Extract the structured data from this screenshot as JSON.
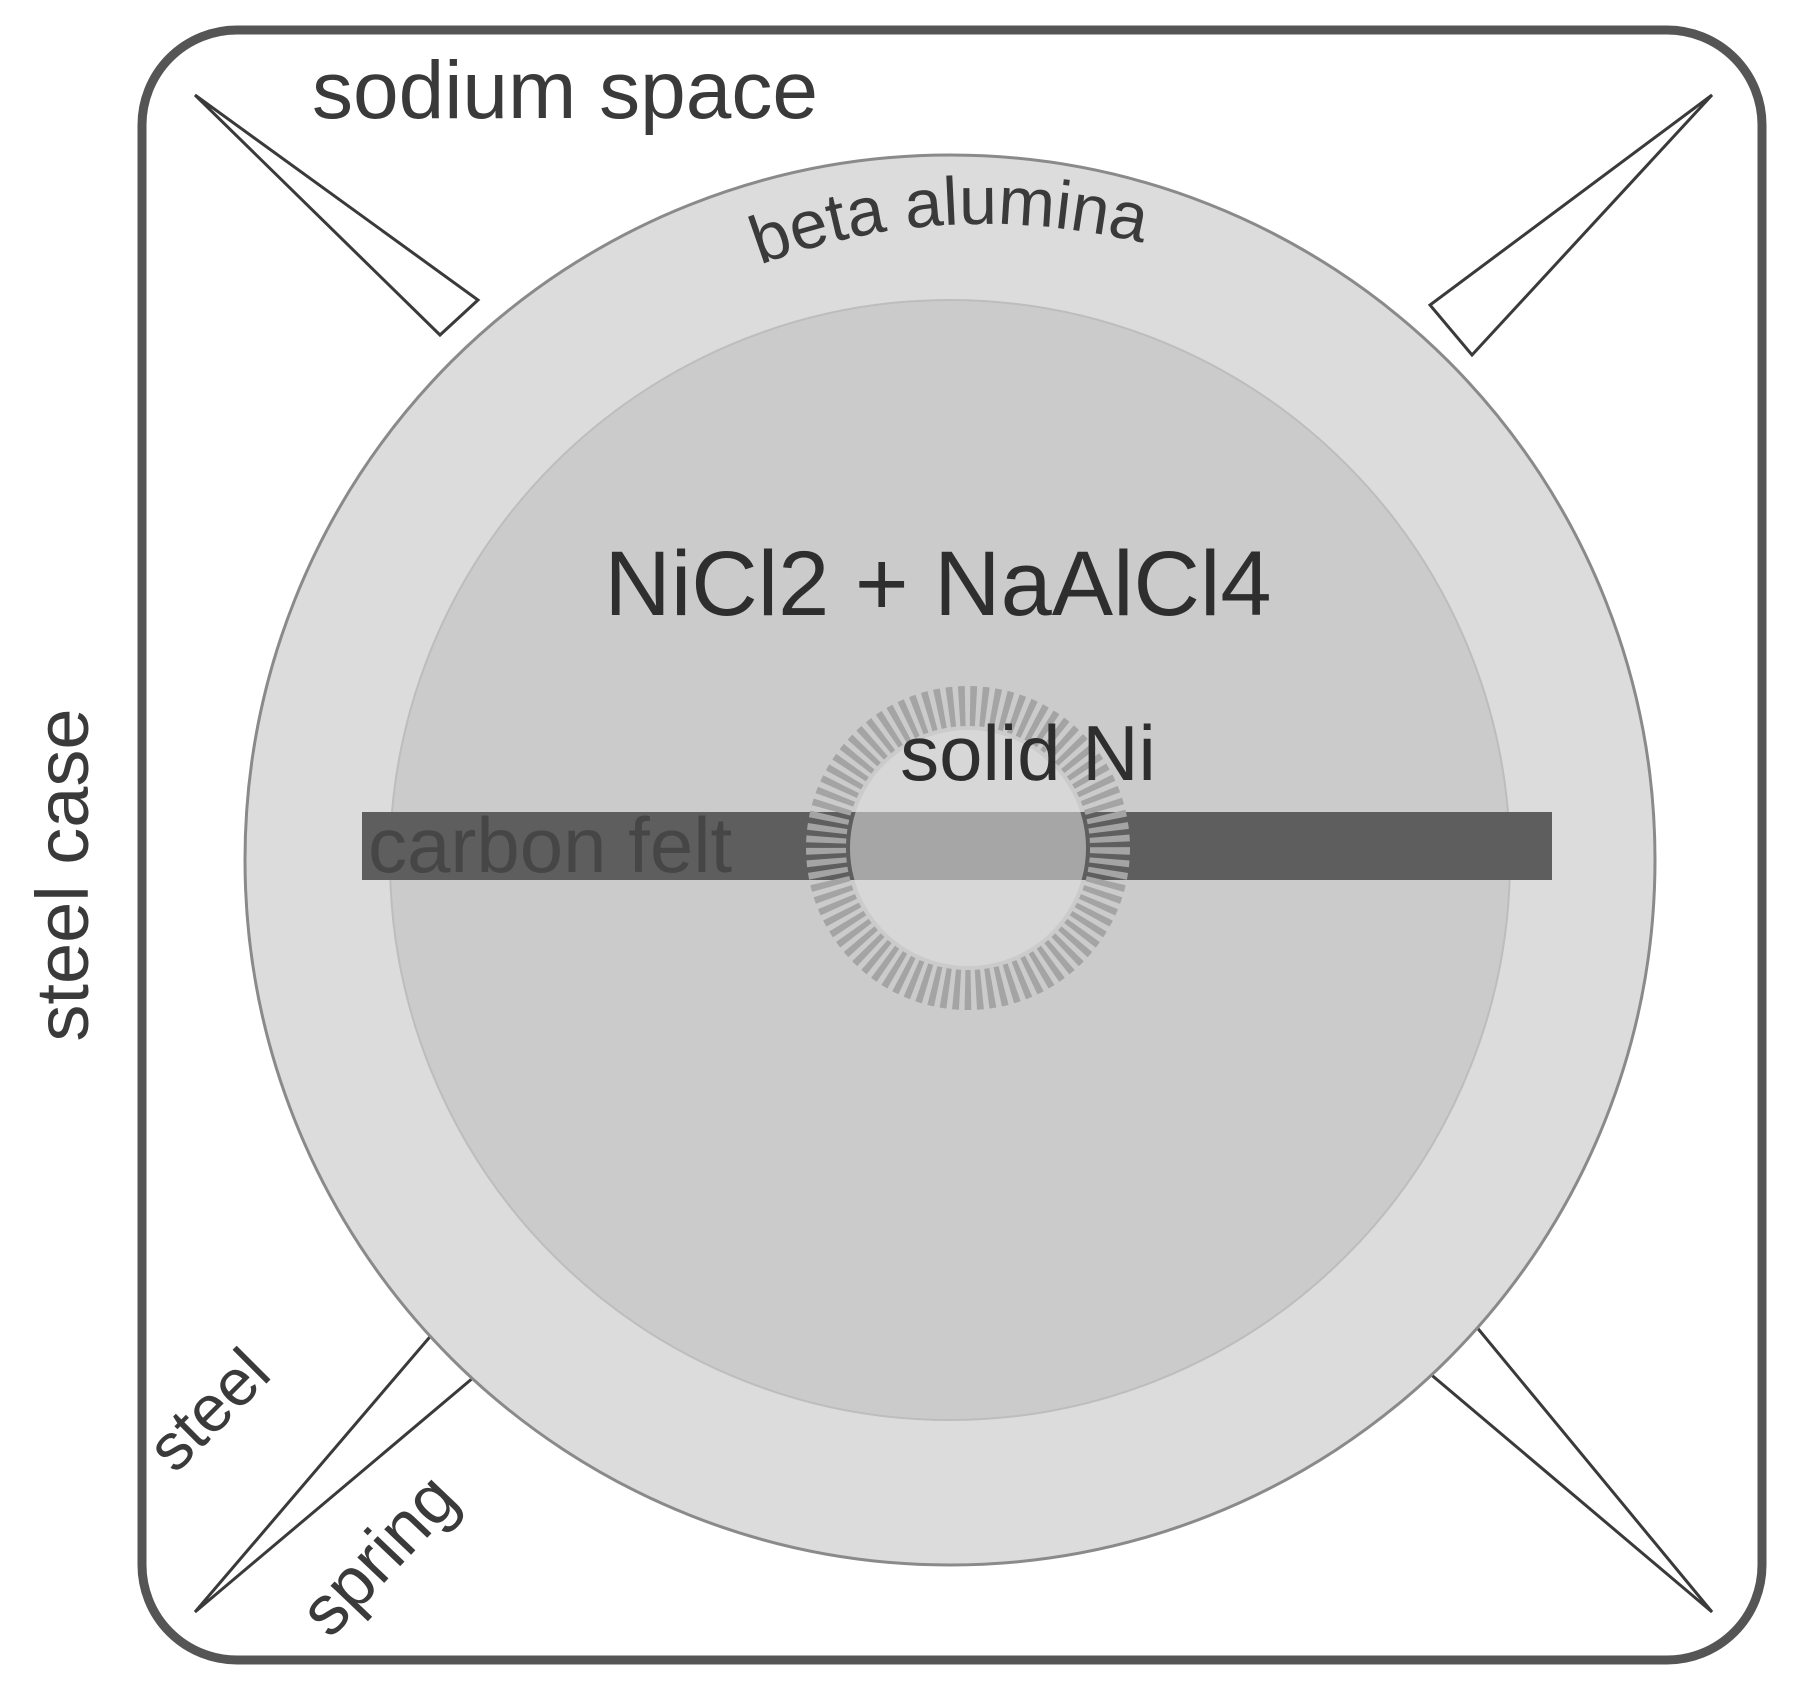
{
  "labels": {
    "sodium_space": "sodium space",
    "beta_alumina": "beta alumina",
    "cathode_mix": "NiCl2 + NaAlCl4",
    "solid_ni": "solid Ni",
    "carbon_felt": "carbon felt",
    "steel_case": "steel case",
    "steel": "steel",
    "spring": "spring"
  },
  "colors": {
    "case_stroke": "#555555",
    "background": "#ffffff",
    "beta_alumina_fill": "#dcdcdc",
    "cathode_fill": "#cbcbcb",
    "carbon_felt_fill": "#5e5e5e",
    "nickel_particle": "#a4a4a4",
    "spring_stroke": "#3a3a3a"
  }
}
